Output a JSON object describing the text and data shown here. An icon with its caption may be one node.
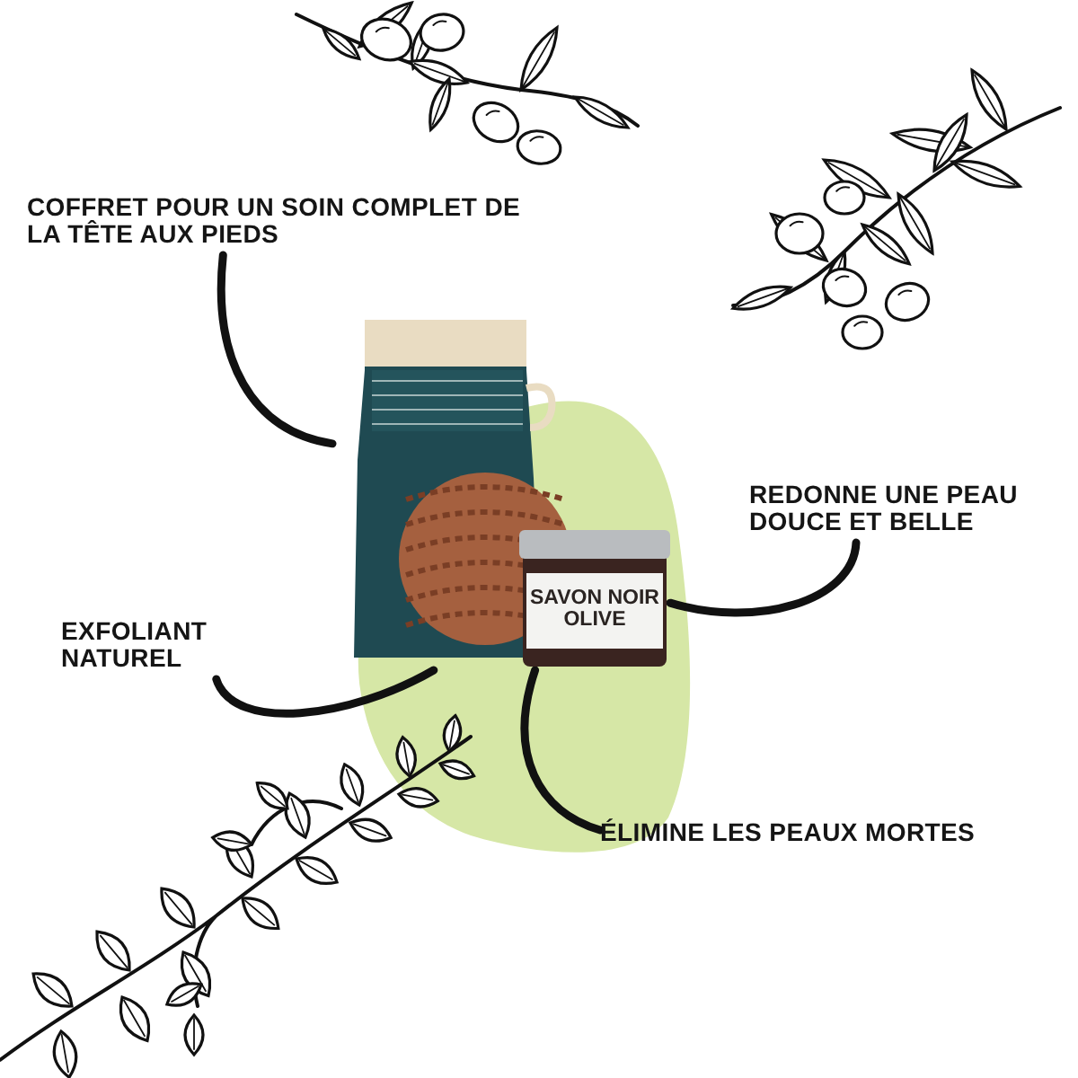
{
  "diagram": {
    "nodes": [
      {
        "text": [
          "COFFRET POUR UN SOIN COMPLET DE LA TÊTE AUX PIEDS"
        ]
      },
      {
        "text": [
          "SAVON NOIR OLIVE"
        ]
      },
      {
        "text": [
          "REDONNE UNE PEAU DOUCE ET BELLE"
        ]
      },
      {
        "text": [
          "EXFOLIANT NATUREL"
        ]
      },
      {
        "text": [
          "ÉLIMINE LES PEAUX MORTES"
        ]
      }
    ],
    "edges": [
      {
        "from": 0,
        "to": 1,
        "arrow": "none"
      },
      {
        "from": 2,
        "to": 1,
        "arrow": "none"
      },
      {
        "from": 3,
        "to": 1,
        "arrow": "none"
      },
      {
        "from": 4,
        "to": 1,
        "arrow": "none"
      }
    ]
  }
}
